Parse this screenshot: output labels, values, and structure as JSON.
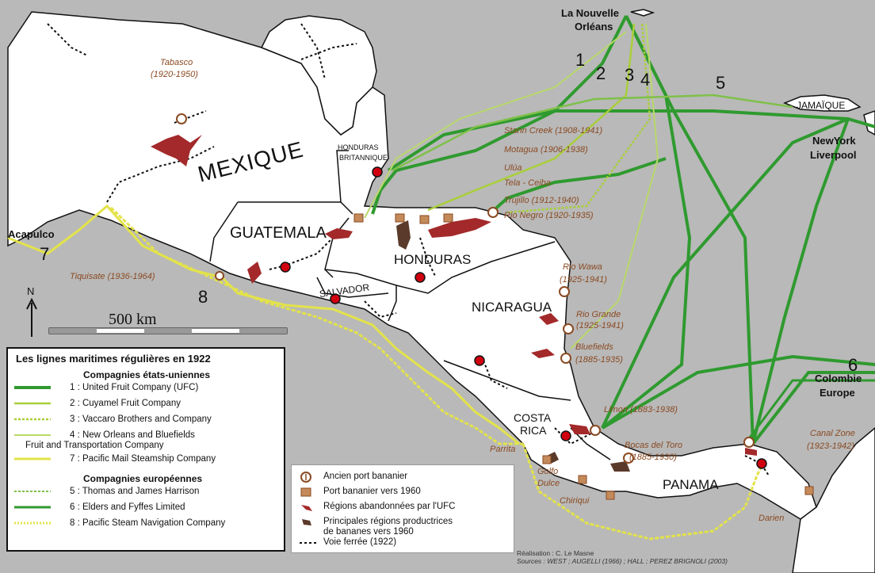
{
  "map": {
    "countries": {
      "mexique": "MEXIQUE",
      "guatemala": "GUATEMALA",
      "honduras": "HONDURAS",
      "salvador": "SALVADOR",
      "nicaragua": "NICARAGUA",
      "costa_rica_1": "COSTA",
      "costa_rica_2": "RICA",
      "panama": "PANAMA",
      "honduras_brit_1": "HONDURAS",
      "honduras_brit_2": "BRITANNIQUE",
      "jamaique": "JAMAÏQUE"
    },
    "destinations": {
      "nouvelle_orleans_1": "La Nouvelle",
      "nouvelle_orleans_2": "Orléans",
      "newyork": "NewYork",
      "liverpool": "Liverpool",
      "colombie": "Colombie",
      "europe": "Europe",
      "acapulco": "Acapulco"
    },
    "ports": {
      "tabasco_1": "Tabasco",
      "tabasco_2": "(1920-1950)",
      "stann_creek": "Stann Creek (1908-1941)",
      "motagua": "Motagua (1906-1938)",
      "ulua": "Ulúa",
      "tela": "Tela - Ceiba",
      "trujillo": "Trujillo (1912-1940)",
      "rio_negro": "Rio Negro (1920-1935)",
      "rio_wawa_1": "Rio Wawa",
      "rio_wawa_2": "(1925-1941)",
      "rio_grande_1": "Rio Grande",
      "rio_grande_2": "(1925-1941)",
      "bluefields_1": "Bluefields",
      "bluefields_2": "(1885-1935)",
      "limon": "Limon (1883-1938)",
      "bocas_1": "Bocas del Toro",
      "bocas_2": "(1885-1930)",
      "canal_1": "Canal Zone",
      "canal_2": "(1923-1942)",
      "tiquisate": "Tiquisate (1936-1964)",
      "parrita": "Parrita",
      "golfo_1": "Golfo",
      "golfo_2": "Dulce",
      "chiriqui": "Chiriqui",
      "darien": "Darien"
    },
    "route_numbers": [
      "1",
      "2",
      "3",
      "4",
      "5",
      "6",
      "7",
      "8"
    ],
    "north": "N",
    "scale": "500 km"
  },
  "legend": {
    "title": "Les lignes maritimes régulières en 1922",
    "section_us": "Compagnies états-uniennes",
    "us_lines": [
      "1 : United Fruit Company (UFC)",
      "2 : Cuyamel Fruit Company",
      "3 : Vaccaro Brothers and Company",
      "4 : New Orleans and Bluefields",
      "Fruit  and Transportation Company",
      "7 : Pacific Mail Steamship Company"
    ],
    "section_eu": "Compagnies européennes",
    "eu_lines": [
      "5 : Thomas and James Harrison",
      "6 : Elders and Fyffes Limited",
      "8 : Pacific Steam Navigation Company"
    ]
  },
  "legend2": {
    "items": [
      "Ancien port bananier",
      "Port bananier vers 1960",
      "Régions abandonnées par l'UFC",
      "Principales régions productrices",
      "de bananes vers 1960",
      "Voie ferrée (1922)"
    ]
  },
  "credits": {
    "line1": "Réalisation : C. Le Masne",
    "line2": "Sources : WEST ; AUGELLI (1966) ; HALL ; PEREZ BRIGNOLI (2003)"
  },
  "colors": {
    "sea": "#b9b9b9",
    "land": "#ffffff",
    "ufc_green": "#2f9a2f",
    "light_green": "#7fc04a",
    "yellow": "#e3e34a",
    "port_brown": "#8a4a22",
    "capital_red": "#d0000f"
  }
}
